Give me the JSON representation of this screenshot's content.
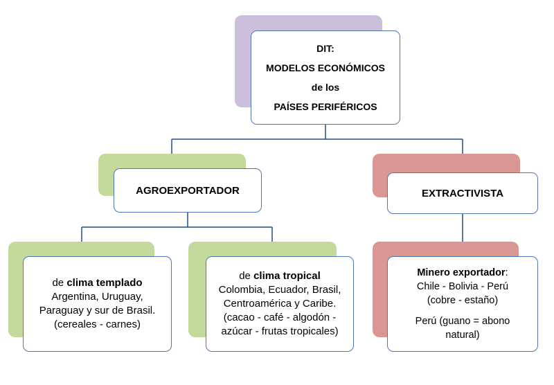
{
  "colors": {
    "lavender": "#cbbfdc",
    "green": "#c4d99c",
    "red": "#d99693",
    "border": "#4f77b5",
    "connector": "#1f4e8c"
  },
  "root": {
    "lines": [
      "DIT:",
      "MODELOS ECONÓMICOS",
      "de los",
      "PAÍSES PERIFÉRICOS"
    ]
  },
  "agro": {
    "label": "AGROEXPORTADOR"
  },
  "extract": {
    "label": "EXTRACTIVISTA"
  },
  "templado": {
    "prefix": "de ",
    "title": "clima templado",
    "lines": [
      "Argentina, Uruguay,",
      "Paraguay y sur de Brasil.",
      "(cereales - carnes)"
    ]
  },
  "tropical": {
    "prefix": "de ",
    "title": "clima tropical",
    "lines": [
      "Colombia, Ecuador, Brasil,",
      "Centroamérica y Caribe.",
      "(cacao - café - algodón -",
      "azúcar - frutas tropicales)"
    ]
  },
  "minero": {
    "title": "Minero exportador",
    "suffix": ":",
    "lines": [
      "Chile - Bolivia - Perú",
      "(cobre - estaño)"
    ],
    "extra": [
      "Perú  (guano = abono",
      "natural)"
    ]
  }
}
